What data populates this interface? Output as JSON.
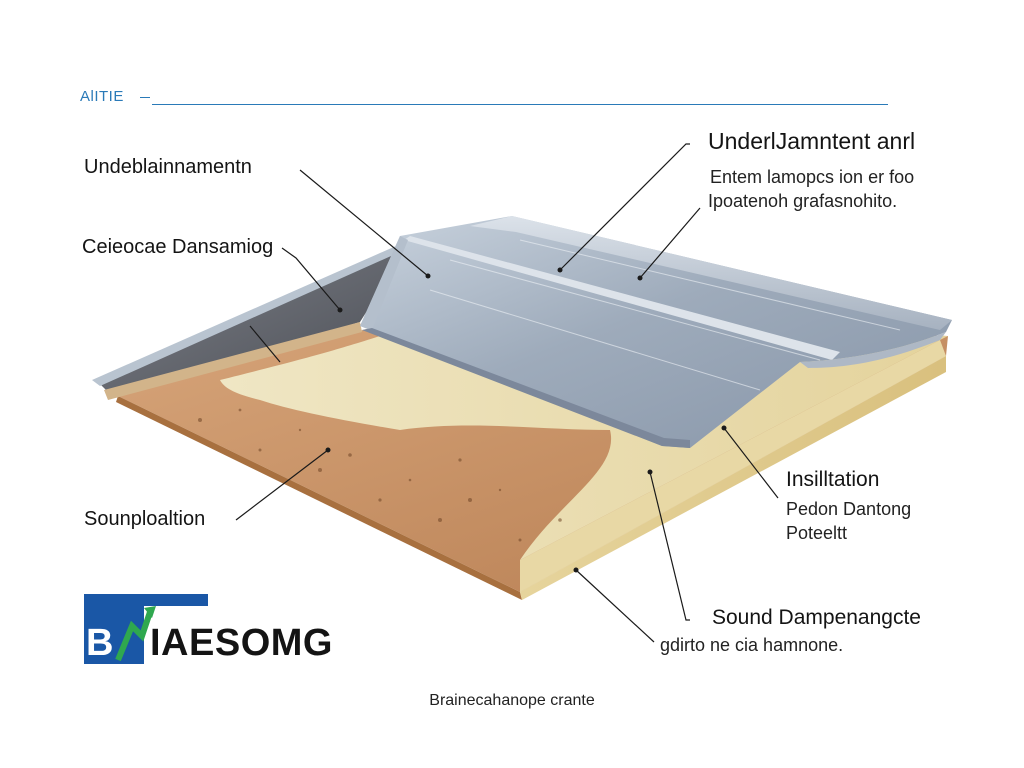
{
  "header": {
    "tag": "AlITIE"
  },
  "labels": {
    "underlayment_left": "Undeblainnamentn",
    "ceiling_damping": "Ceieocae Dansamiog",
    "soundproofing": "Sounploaltion",
    "underlayment_right": {
      "title": "UnderlJamntent anrl",
      "desc_line_1": "Entem lamopcs ion er foo",
      "desc_line_2": "Ipoatenoh grafasnohito."
    },
    "insulation": {
      "title": "Insilltation",
      "desc_line_1": "Pedon Dantong",
      "desc_line_2": "Poteeltt"
    },
    "sound_damping": {
      "title": "Sound Dampenangcte",
      "desc": "gdirto ne cia hamnone."
    }
  },
  "logo": {
    "text": "IAESOMG",
    "letter": "B"
  },
  "caption": "Brainecahanope crante",
  "colors": {
    "accent": "#2a7ab8",
    "logo_blue": "#1a57a6",
    "logo_green": "#2fa84f"
  }
}
